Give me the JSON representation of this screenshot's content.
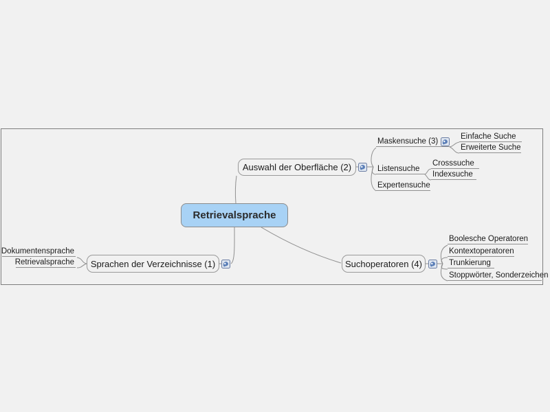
{
  "colors": {
    "background": "#f1f1f1",
    "frame_border": "#7d7d7d",
    "edge_line": "#8f8f8f",
    "node_border": "#999999",
    "root_fill": "#a8d2f5",
    "root_border": "#8a8a8a",
    "text": "#1a1a1a"
  },
  "mindmap": {
    "root": {
      "label": "Retrievalsprache"
    },
    "branches": [
      {
        "label": "Auswahl der Oberfläche (2)",
        "icon": "map-link-icon",
        "children": [
          {
            "label": "Maskensuche (3)",
            "icon": "map-link-icon",
            "children": [
              {
                "label": "Einfache Suche"
              },
              {
                "label": "Erweiterte Suche"
              }
            ]
          },
          {
            "label": "Listensuche",
            "children": [
              {
                "label": "Crosssuche"
              },
              {
                "label": "Indexsuche"
              }
            ]
          },
          {
            "label": "Expertensuche"
          }
        ]
      },
      {
        "label": "Sprachen der Verzeichnisse (1)",
        "icon": "map-link-icon",
        "children": [
          {
            "label": "Dokumentensprache"
          },
          {
            "label": "Retrievalsprache"
          }
        ]
      },
      {
        "label": "Suchoperatoren (4)",
        "icon": "map-link-icon",
        "children": [
          {
            "label": "Boolesche Operatoren"
          },
          {
            "label": "Kontextoperatoren"
          },
          {
            "label": "Trunkierung"
          },
          {
            "label": "Stoppwörter, Sonderzeichen"
          }
        ]
      }
    ]
  }
}
